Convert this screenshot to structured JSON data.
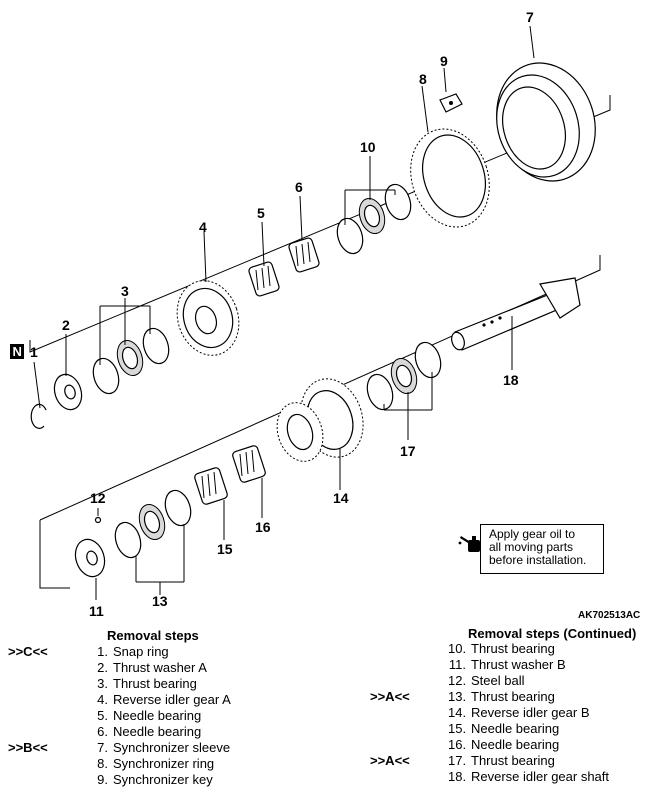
{
  "figure_code": "AK702513AC",
  "note": {
    "lines": [
      "Apply gear oil to",
      "all moving parts",
      "before installation."
    ],
    "icon": "oil-can-icon"
  },
  "n_badge": "N",
  "callouts": [
    "1",
    "2",
    "3",
    "4",
    "5",
    "6",
    "7",
    "8",
    "9",
    "10",
    "11",
    "12",
    "13",
    "14",
    "15",
    "16",
    "17",
    "18"
  ],
  "left_steps": {
    "title": "Removal steps",
    "items": [
      {
        "mark": ">>C<<",
        "num": "1.",
        "label": "Snap ring"
      },
      {
        "mark": "",
        "num": "2.",
        "label": "Thrust washer A"
      },
      {
        "mark": "",
        "num": "3.",
        "label": "Thrust bearing"
      },
      {
        "mark": "",
        "num": "4.",
        "label": "Reverse idler gear A"
      },
      {
        "mark": "",
        "num": "5.",
        "label": "Needle bearing"
      },
      {
        "mark": "",
        "num": "6.",
        "label": "Needle bearing"
      },
      {
        "mark": ">>B<<",
        "num": "7.",
        "label": "Synchronizer sleeve"
      },
      {
        "mark": "",
        "num": "8.",
        "label": "Synchronizer ring"
      },
      {
        "mark": "",
        "num": "9.",
        "label": "Synchronizer key"
      }
    ]
  },
  "right_steps": {
    "title": "Removal steps (Continued)",
    "items": [
      {
        "mark": "",
        "num": "10.",
        "label": "Thrust bearing"
      },
      {
        "mark": "",
        "num": "11.",
        "label": "Thrust washer B"
      },
      {
        "mark": "",
        "num": "12.",
        "label": "Steel ball"
      },
      {
        "mark": ">>A<<",
        "num": "13.",
        "label": "Thrust bearing"
      },
      {
        "mark": "",
        "num": "14.",
        "label": "Reverse idler gear B"
      },
      {
        "mark": "",
        "num": "15.",
        "label": "Needle bearing"
      },
      {
        "mark": "",
        "num": "16.",
        "label": "Needle bearing"
      },
      {
        "mark": ">>A<<",
        "num": "17.",
        "label": "Thrust bearing"
      },
      {
        "mark": "",
        "num": "18.",
        "label": "Reverse idler gear shaft"
      }
    ]
  }
}
